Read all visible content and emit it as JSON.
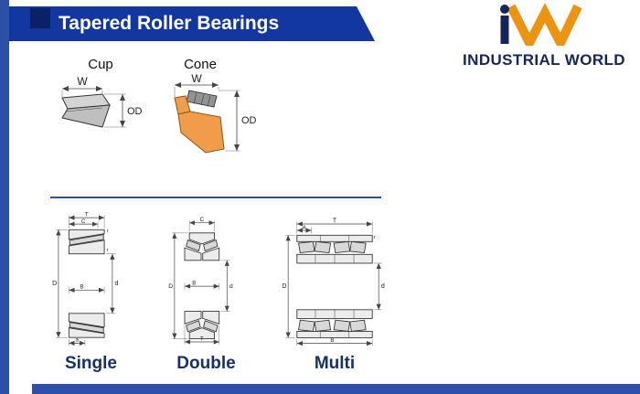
{
  "header": {
    "title": "Tapered Roller Bearings"
  },
  "logo": {
    "brand": "INDUSTRIAL WORLD"
  },
  "colors": {
    "banner_blue": "#1237a0",
    "accent_blue": "#2d4fa8",
    "navy_text": "#14306e",
    "logo_navy": "#15265c",
    "logo_orange": "#ee9310",
    "cone_orange": "#f09c4b",
    "cup_gray": "#c6c6c6"
  },
  "cup_cone": {
    "cup": {
      "label": "Cup",
      "w": "W",
      "od": "OD"
    },
    "cone": {
      "label": "Cone",
      "w": "W",
      "od": "OD"
    }
  },
  "types": {
    "single": {
      "label": "Single",
      "dims": {
        "T": "T",
        "C": "C",
        "B": "B",
        "d": "d",
        "D": "D",
        "a": "a",
        "r1": "r",
        "r2": "r"
      }
    },
    "double": {
      "label": "Double",
      "dims": {
        "C": "C",
        "B": "B",
        "d": "d",
        "D": "D",
        "T": "T"
      }
    },
    "multi": {
      "label": "Multi",
      "dims": {
        "T": "T",
        "A": "A",
        "B": "B",
        "d": "d",
        "D": "D",
        "r": "r"
      }
    }
  }
}
